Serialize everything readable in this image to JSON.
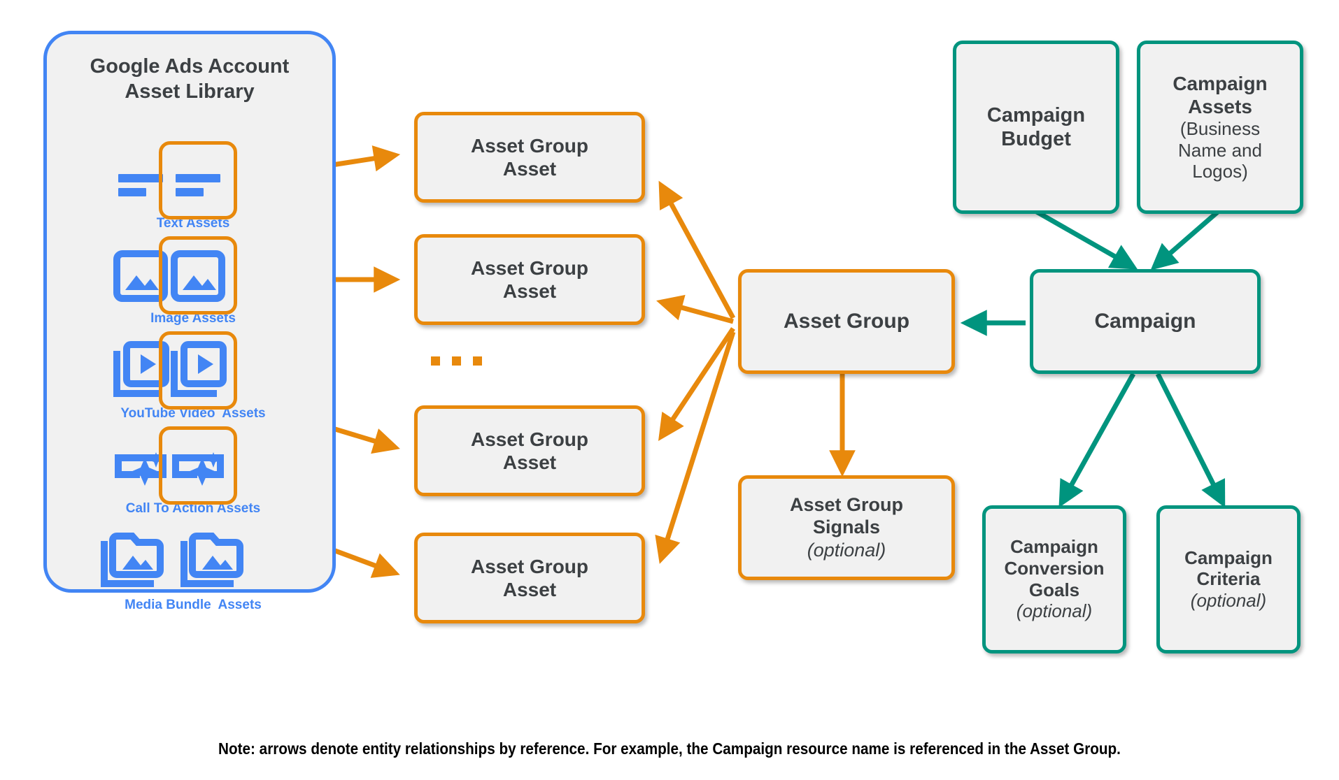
{
  "colors": {
    "orange": "#e8890c",
    "teal": "#00947e",
    "blue": "#4285f4",
    "box_fill": "#f1f1f1",
    "text": "#3c4043",
    "note_text": "#000000"
  },
  "library": {
    "title": "Google Ads Account\nAsset Library",
    "assets": [
      {
        "label": "Text Assets",
        "icon": "text-asset-icon",
        "selected": true
      },
      {
        "label": "Image Assets",
        "icon": "image-asset-icon",
        "selected": true
      },
      {
        "label": "YouTube Video  Assets",
        "icon": "video-asset-icon",
        "selected": true
      },
      {
        "label": "Call To Action Assets",
        "icon": "call-to-action-asset-icon",
        "selected": true
      },
      {
        "label": "Media Bundle  Assets",
        "icon": "media-bundle-asset-icon",
        "selected": false
      }
    ]
  },
  "asset_group_assets": [
    {
      "label": "Asset Group\nAsset"
    },
    {
      "label": "Asset Group\nAsset"
    },
    {
      "label": "Asset Group\nAsset"
    },
    {
      "label": "Asset Group\nAsset"
    }
  ],
  "ellipsis": "•••",
  "nodes": {
    "asset_group": {
      "label": "Asset Group"
    },
    "asset_group_signals": {
      "title": "Asset Group\nSignals",
      "optional": "(optional)"
    },
    "campaign": {
      "label": "Campaign"
    },
    "campaign_budget": {
      "label": "Campaign\nBudget"
    },
    "campaign_assets": {
      "title": "Campaign\nAssets",
      "subtitle": "(Business\nName and\nLogos)"
    },
    "campaign_conversion_goals": {
      "title": "Campaign\nConversion\nGoals",
      "optional": "(optional)"
    },
    "campaign_criteria": {
      "title": "Campaign\nCriteria",
      "optional": "(optional)"
    }
  },
  "note": "Note: arrows denote entity relationships by reference. For example, the Campaign resource name is referenced in the Asset Group."
}
